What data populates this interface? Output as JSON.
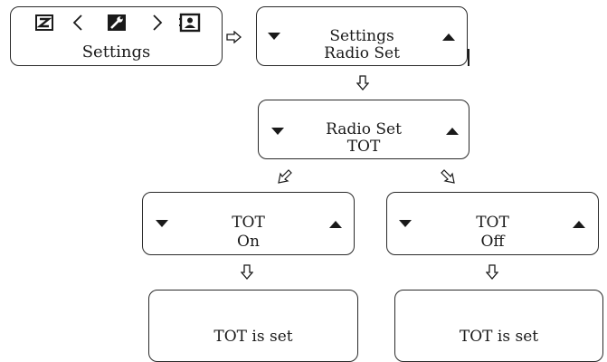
{
  "menu_screen": {
    "label": "Settings",
    "icons": [
      "keypad-lock-icon",
      "left-chevron-icon",
      "settings-wrench-icon",
      "right-chevron-icon",
      "contacts-card-icon"
    ]
  },
  "screens": {
    "settings_menu": {
      "line1": "Settings",
      "line2": "Radio Set"
    },
    "radio_set_menu": {
      "line1": "Radio Set",
      "line2": "TOT"
    },
    "tot_on": {
      "line1": "TOT",
      "line2": "On"
    },
    "tot_off": {
      "line1": "TOT",
      "line2": "Off"
    },
    "result_on": {
      "message": "TOT is set"
    },
    "result_off": {
      "message": "TOT is set"
    }
  },
  "icons": {
    "down": "down-triangle-icon",
    "up": "up-triangle-icon",
    "flow_arrow": "hollow-arrow-icon"
  }
}
